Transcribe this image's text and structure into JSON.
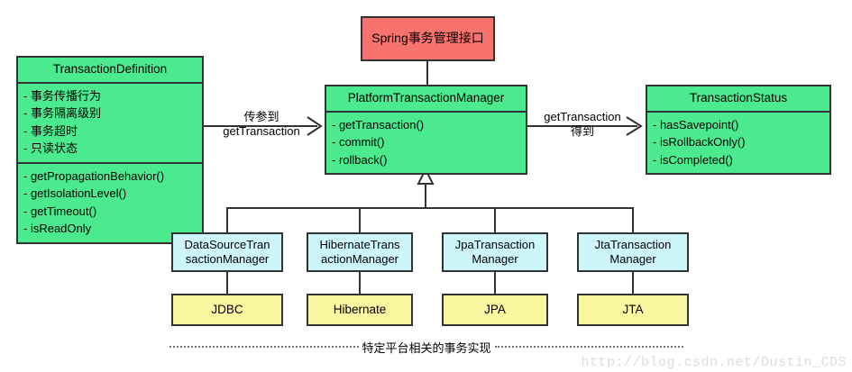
{
  "diagram": {
    "title_box": {
      "label": "Spring事务管理接口",
      "color": "#f8736e"
    },
    "interfaces": [
      {
        "id": "transaction-definition",
        "name": "TransactionDefinition",
        "color": "#4cea8f",
        "attributes": [
          "- 事务传播行为",
          "- 事务隔离级别",
          "- 事务超时",
          "- 只读状态"
        ],
        "methods": [
          "- getPropagationBehavior()",
          "- getIsolationLevel()",
          "- getTimeout()",
          "- isReadOnly"
        ]
      },
      {
        "id": "platform-transaction-manager",
        "name": "PlatformTransactionManager",
        "color": "#4cea8f",
        "methods": [
          "- getTransaction()",
          "- commit()",
          "- rollback()"
        ]
      },
      {
        "id": "transaction-status",
        "name": "TransactionStatus",
        "color": "#4cea8f",
        "methods": [
          "- hasSavepoint()",
          "- isRollbackOnly()",
          "- isCompleted()"
        ]
      }
    ],
    "edges": [
      {
        "id": "definition-to-manager",
        "line1": "传参到",
        "line2": "getTransaction"
      },
      {
        "id": "manager-to-status",
        "line1": "getTransaction",
        "line2": "得到"
      }
    ],
    "implementations": [
      {
        "line1": "DataSourceTran",
        "line2": "sactionManager",
        "color": "#cdf6fb"
      },
      {
        "line1": "HibernateTrans",
        "line2": "actionManager",
        "color": "#cdf6fb"
      },
      {
        "line1": "JpaTransaction",
        "line2": "Manager",
        "color": "#cdf6fb"
      },
      {
        "line1": "JtaTransaction",
        "line2": "Manager",
        "color": "#cdf6fb"
      }
    ],
    "technologies": [
      {
        "label": "JDBC",
        "color": "#fbf6a0"
      },
      {
        "label": "Hibernate",
        "color": "#fbf6a0"
      },
      {
        "label": "JPA",
        "color": "#fbf6a0"
      },
      {
        "label": "JTA",
        "color": "#fbf6a0"
      }
    ],
    "footer_note": "特定平台相关的事务实现",
    "watermark": "http://blog.csdn.net/Dustin_CDS"
  }
}
